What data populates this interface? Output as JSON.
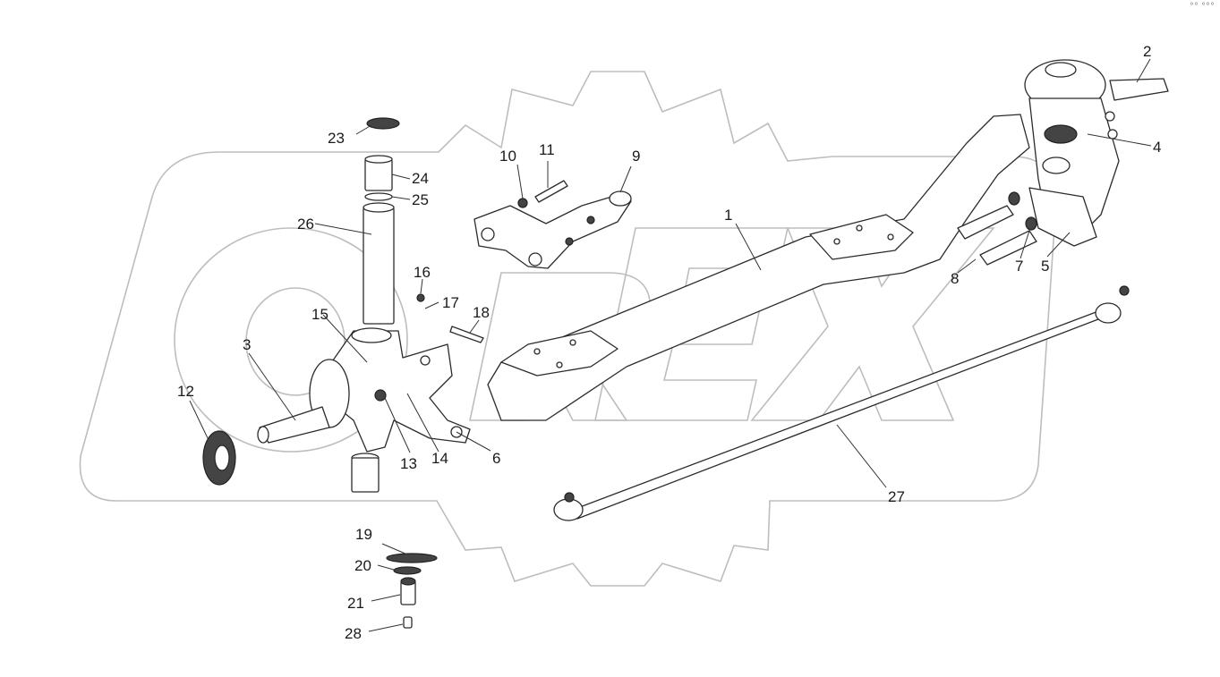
{
  "diagram": {
    "callouts": [
      "1",
      "2",
      "3",
      "4",
      "5",
      "6",
      "7",
      "8",
      "9",
      "10",
      "11",
      "12",
      "13",
      "14",
      "15",
      "16",
      "17",
      "18",
      "19",
      "20",
      "21",
      "23",
      "24",
      "25",
      "26",
      "27",
      "28"
    ],
    "corner_mark": "°° °°°",
    "watermark_logo": "OREX"
  }
}
